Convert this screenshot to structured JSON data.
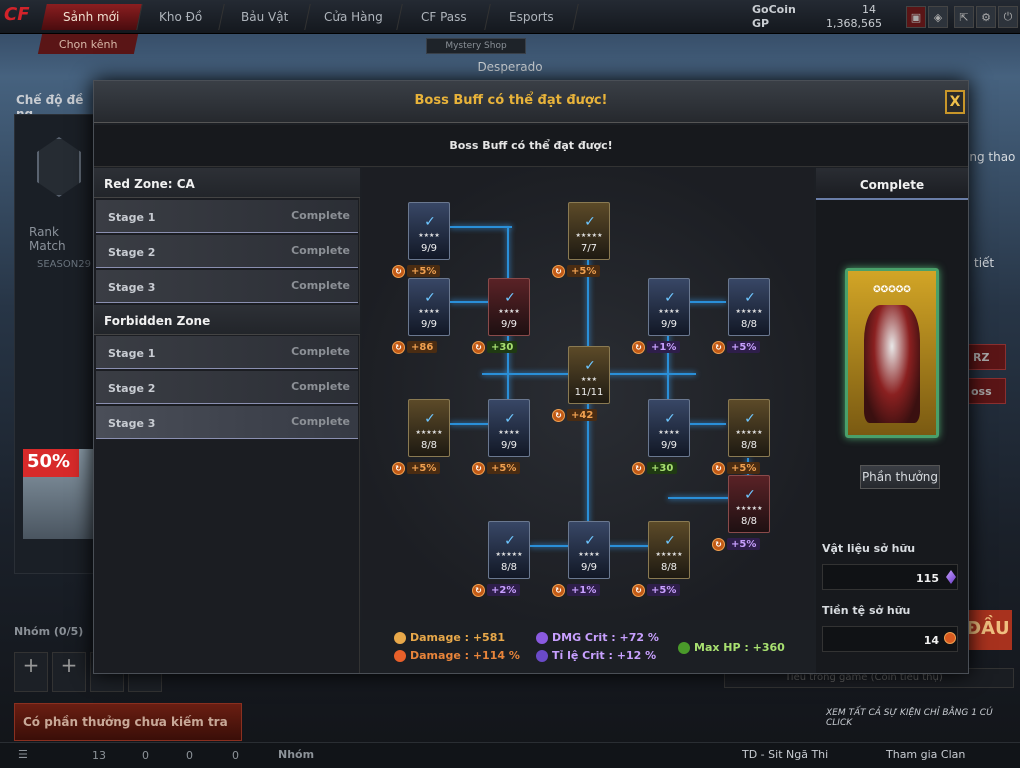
{
  "topbar": {
    "tabs": [
      "Sảnh mới",
      "Kho Đồ",
      "Bảu Vật",
      "Cửa Hàng",
      "CF Pass",
      "Esports"
    ],
    "sub_tab": "Chọn kênh",
    "gocoin_label": "GoCoin",
    "gocoin_value": "14",
    "gp_label": "GP",
    "gp_value": "1,368,565"
  },
  "shop_label": "Mystery Shop",
  "character_name": "Desperado",
  "background": {
    "left_header": "Chế độ đề ng",
    "rank_label": "Rank Match",
    "season": "SEASON29",
    "sale": "50%",
    "group": "Nhóm (0/5)",
    "reward_notice": "Có phần thưởng chưa kiếm tra",
    "right_text1": "ông thao",
    "right_text2": "tiết",
    "right_btn1": "RZ",
    "right_btn2": "oss",
    "ingame": "Tiêu trong game (Coin tiêu thụ)",
    "event_all": "XEM TẤT CẢ SỰ KIỆN CHỈ BẰNG 1 CÚ CLICK",
    "dau": "ĐẦU"
  },
  "bottombar": {
    "count1": "13",
    "count2": "0",
    "count3": "0",
    "count4": "0",
    "group": "Nhóm",
    "channel": "TD - Sit Ngã Thi",
    "join_clan": "Tham gia Clan"
  },
  "modal": {
    "title": "Boss Buff có thể đạt được!",
    "close": "X",
    "subtitle": "Boss Buff có thể đạt được!",
    "help": "?",
    "zones": [
      {
        "name": "Red Zone: CA",
        "stages": [
          {
            "name": "Stage 1",
            "status": "Complete"
          },
          {
            "name": "Stage 2",
            "status": "Complete"
          },
          {
            "name": "Stage 3",
            "status": "Complete"
          }
        ]
      },
      {
        "name": "Forbidden Zone",
        "stages": [
          {
            "name": "Stage 1",
            "status": "Complete"
          },
          {
            "name": "Stage 2",
            "status": "Complete"
          },
          {
            "name": "Stage 3",
            "status": "Complete"
          }
        ]
      }
    ],
    "nodes": [
      {
        "count": "9/9",
        "stars": "★★★★",
        "buff": "+5%",
        "buff_type": "orange",
        "tone": "blue"
      },
      {
        "count": "7/7",
        "stars": "★★★★★",
        "buff": "+5%",
        "buff_type": "orange",
        "tone": "gold"
      },
      {
        "count": "9/9",
        "stars": "★★★★",
        "buff": "+86",
        "buff_type": "orange",
        "tone": "blue"
      },
      {
        "count": "9/9",
        "stars": "★★★★",
        "buff": "+30",
        "buff_type": "green",
        "tone": "red"
      },
      {
        "count": "9/9",
        "stars": "★★★★",
        "buff": "+1%",
        "buff_type": "purple",
        "tone": "blue"
      },
      {
        "count": "8/8",
        "stars": "★★★★★",
        "buff": "+5%",
        "buff_type": "purple",
        "tone": "blue"
      },
      {
        "count": "11/11",
        "stars": "★★★",
        "buff": "+42",
        "buff_type": "orange",
        "tone": "gold"
      },
      {
        "count": "8/8",
        "stars": "★★★★★",
        "buff": "+5%",
        "buff_type": "orange",
        "tone": "gold"
      },
      {
        "count": "9/9",
        "stars": "★★★★",
        "buff": "+5%",
        "buff_type": "orange",
        "tone": "blue"
      },
      {
        "count": "9/9",
        "stars": "★★★★",
        "buff": "+30",
        "buff_type": "green",
        "tone": "blue"
      },
      {
        "count": "8/8",
        "stars": "★★★★★",
        "buff": "+5%",
        "buff_type": "orange",
        "tone": "gold"
      },
      {
        "count": "8/8",
        "stars": "★★★★★",
        "buff": "+5%",
        "buff_type": "purple",
        "tone": "red"
      },
      {
        "count": "8/8",
        "stars": "★★★★★",
        "buff": "+2%",
        "buff_type": "purple",
        "tone": "blue"
      },
      {
        "count": "9/9",
        "stars": "★★★★",
        "buff": "+1%",
        "buff_type": "purple",
        "tone": "blue"
      },
      {
        "count": "8/8",
        "stars": "★★★★★",
        "buff": "+5%",
        "buff_type": "purple",
        "tone": "gold"
      }
    ],
    "summary": {
      "damage_flat": "Damage : +581",
      "damage_pct": "Damage : +114 %",
      "dmg_crit": "DMG Crit : +72 %",
      "crit_rate": "Tỉ lệ Crit : +12 %",
      "max_hp": "Max HP : +360"
    },
    "right": {
      "status": "Complete",
      "reward_button": "Phần thưởng",
      "materials_label": "Vật liệu sở hữu",
      "materials_value": "115",
      "currency_label": "Tiền tệ sở hữu",
      "currency_value": "14"
    }
  },
  "colors": {
    "accent": "#e8b33a",
    "link": "#2a8fd8",
    "brand": "#d2232a"
  }
}
